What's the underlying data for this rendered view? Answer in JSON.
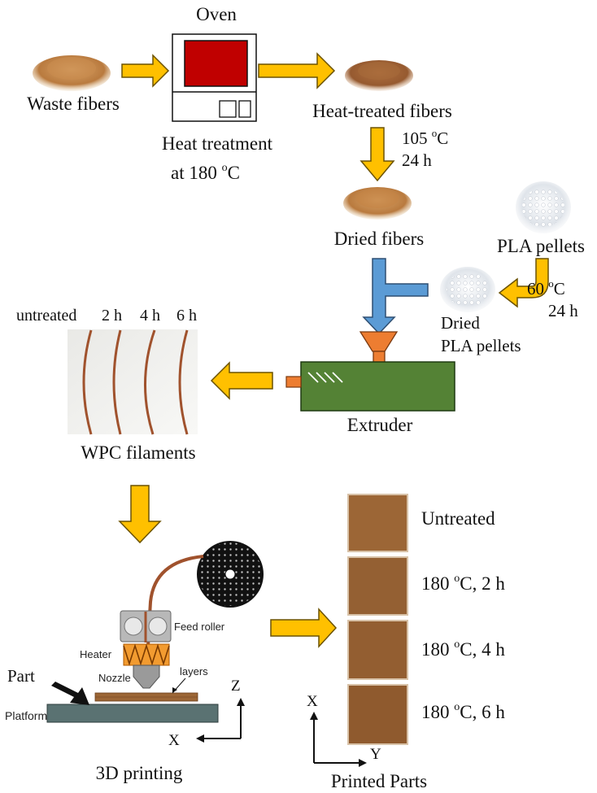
{
  "labels": {
    "waste_fibers": "Waste fibers",
    "oven": "Oven",
    "heat_treatment_line1": "Heat treatment",
    "heat_treatment_line2_prefix": "at 180 ",
    "heat_treatment_line2_unit": "C",
    "heat_treated_fibers": "Heat-treated fibers",
    "drying_temp_prefix": "105 ",
    "drying_temp_unit": "C",
    "drying_time": "24 h",
    "dried_fibers": "Dried fibers",
    "pla_pellets": "PLA pellets",
    "pla_drying_temp_prefix": "60 ",
    "pla_drying_temp_unit": "C",
    "pla_drying_time": "24 h",
    "dried_pla_line1": "Dried",
    "dried_pla_line2": "PLA pellets",
    "extruder": "Extruder",
    "wpc_filaments": "WPC filaments",
    "degree_symbol": "o",
    "filament_labels": [
      "untreated",
      "2 h",
      "4 h",
      "6 h"
    ],
    "printer": {
      "feed_roller": "Feed roller",
      "heater": "Heater",
      "nozzle": "Nozzle",
      "layers": "layers",
      "part": "Part",
      "platform": "Platform",
      "axis_x": "X",
      "axis_z": "Z"
    },
    "printing_3d": "3D printing",
    "printed_parts": "Printed Parts",
    "parts_axis_x": "X",
    "parts_axis_y": "Y",
    "part_labels": [
      {
        "prefix": "Untreated",
        "unit": "",
        "suffix": ""
      },
      {
        "prefix": "180 ",
        "unit": "C",
        "suffix": ", 2 h"
      },
      {
        "prefix": "180 ",
        "unit": "C",
        "suffix": ", 4 h"
      },
      {
        "prefix": "180 ",
        "unit": "C",
        "suffix": ", 6 h"
      }
    ]
  },
  "colors": {
    "flow_arrow": "#FFC000",
    "flow_arrow_outline": "#6b5200",
    "fiber_arrow": "#5B9BD5",
    "oven_window": "#C00000",
    "extruder_body": "#548235",
    "hopper": "#ED7D31",
    "filament": "#a0522d",
    "platform": "#5a7272",
    "printed_part": "#9c6636"
  }
}
